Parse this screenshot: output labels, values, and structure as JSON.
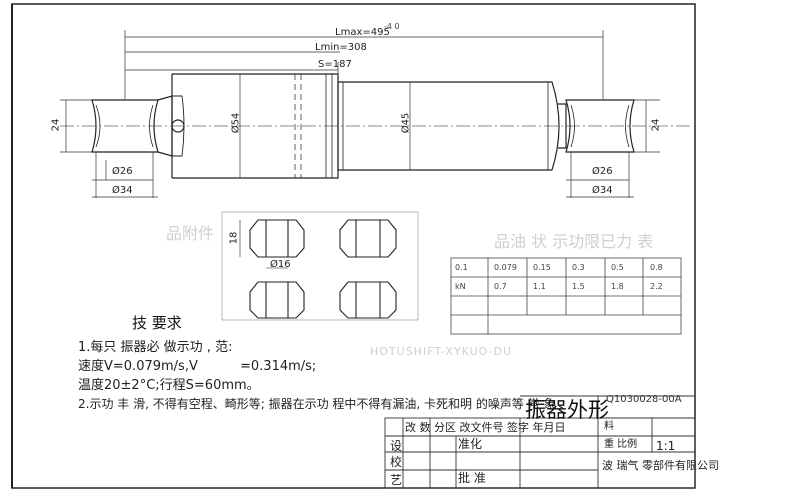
{
  "dimensions": {
    "lmax": "Lmax=495",
    "lmax_sup": "-4 0",
    "lmin": "Lmin=308",
    "stroke": "S=187",
    "left_height": "24",
    "right_height": "24",
    "body_dia": "Ø54",
    "rod_dia": "Ø45",
    "eye_inner_left": "Ø26",
    "eye_outer_left": "Ø34",
    "eye_inner_right": "Ø26",
    "eye_outer_right": "Ø34",
    "bushing_height": "18",
    "bushing_dia": "Ø16"
  },
  "watermarks": {
    "left": "品附件",
    "right": "品油 状 示功限已力 表",
    "center": "HOTUSHIFT-XYKUO-DU"
  },
  "spec_table": {
    "rows": [
      [
        "0.1",
        "0.079",
        "0.15",
        "0.3",
        "0.5",
        "0.8"
      ],
      [
        "kN",
        "0.7",
        "1.1",
        "1.5",
        "1.8",
        "2.2"
      ],
      [
        "",
        "",
        "",
        "",
        "",
        ""
      ],
      [
        "",
        "",
        "",
        "",
        "",
        ""
      ]
    ]
  },
  "tech_req": {
    "title": "技 要求",
    "line1": "1.每只 振器必 做示功 ,  范:",
    "line2a": "速度V=0.079m/s,V",
    "line2b": "=0.314m/s;",
    "line3": "温度20±2°C;行程S=60mm。",
    "line4": "2.示功 丰 滑, 不得有空程、畸形等; 振器在示功 程中不得有漏油, 卡死和明 的噪声等 常 象"
  },
  "title_block": {
    "drawing_no": "Q1030028-00A",
    "title": "振器外形",
    "scale": "1:1",
    "company": "波 瑞气 零部件有限公司",
    "standardize": "准化",
    "approve": "批 准",
    "rev_header": "改 数 分区  改文件号 签字 年月日",
    "label_design": "设",
    "label_check": "校",
    "label_process": "艺",
    "material_label": "料",
    "weight_label": "重 比例"
  }
}
